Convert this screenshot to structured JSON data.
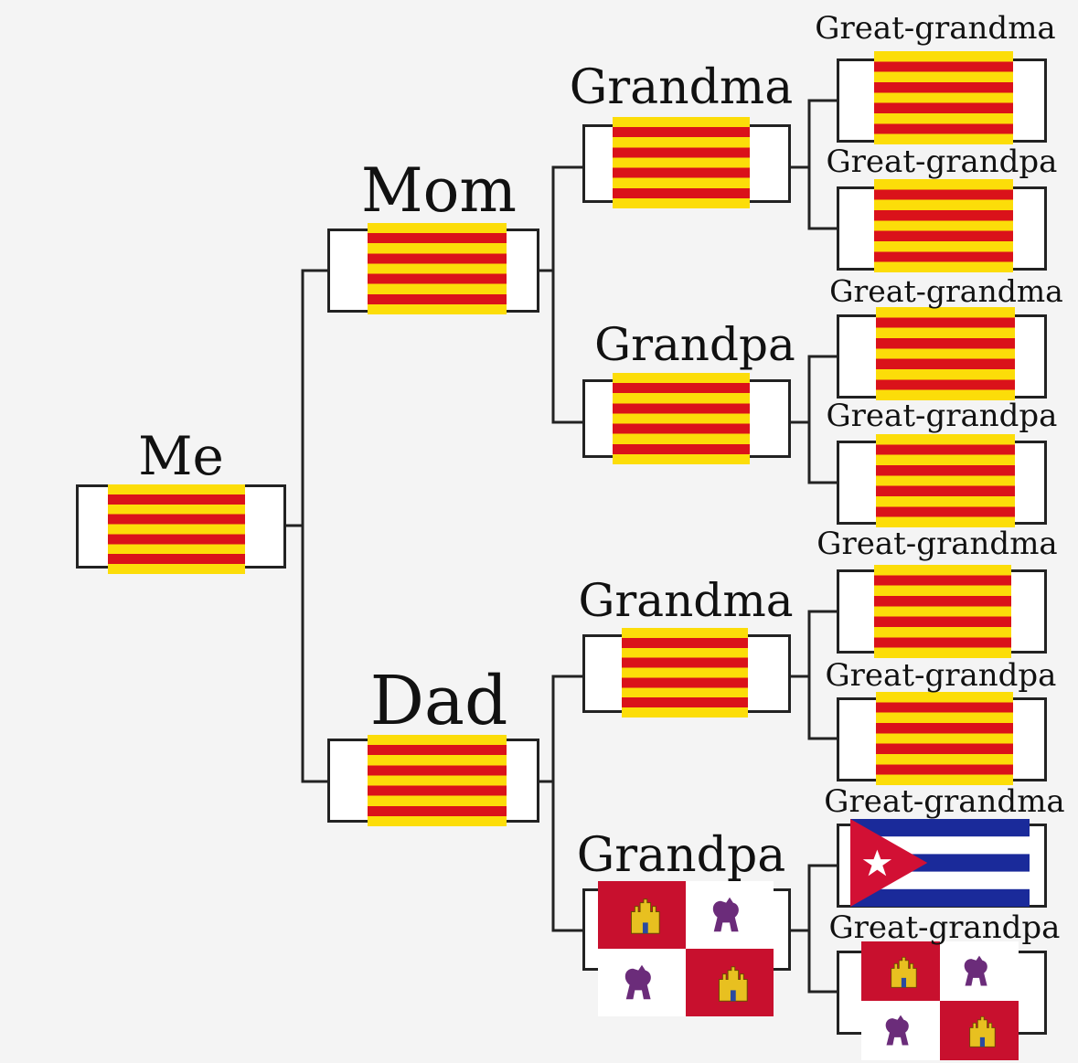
{
  "tree": {
    "me": {
      "label": "Me",
      "flag": "catalonia"
    },
    "mom": {
      "label": "Mom",
      "flag": "catalonia"
    },
    "dad": {
      "label": "Dad",
      "flag": "catalonia"
    },
    "mom_grandma": {
      "label": "Grandma",
      "flag": "catalonia"
    },
    "mom_grandpa": {
      "label": "Grandpa",
      "flag": "catalonia"
    },
    "dad_grandma": {
      "label": "Grandma",
      "flag": "catalonia"
    },
    "dad_grandpa": {
      "label": "Grandpa",
      "flag": "castile-and-leon"
    },
    "gg1": {
      "label": "Great-grandma",
      "flag": "catalonia"
    },
    "gg2": {
      "label": "Great-grandpa",
      "flag": "catalonia"
    },
    "gg3": {
      "label": "Great-grandma",
      "flag": "catalonia"
    },
    "gg4": {
      "label": "Great-grandpa",
      "flag": "catalonia"
    },
    "gg5": {
      "label": "Great-grandma",
      "flag": "catalonia"
    },
    "gg6": {
      "label": "Great-grandpa",
      "flag": "catalonia"
    },
    "gg7": {
      "label": "Great-grandma",
      "flag": "cuba"
    },
    "gg8": {
      "label": "Great-grandpa",
      "flag": "castile-and-leon"
    }
  },
  "colors": {
    "catalonia_yellow": "#FCDD09",
    "catalonia_red": "#DA121A",
    "cuba_blue": "#1a2a9a",
    "cuba_red": "#D21034",
    "castile_red": "#C8102E",
    "leon_purple": "#6B2C7A",
    "castle_gold": "#E8C020"
  }
}
